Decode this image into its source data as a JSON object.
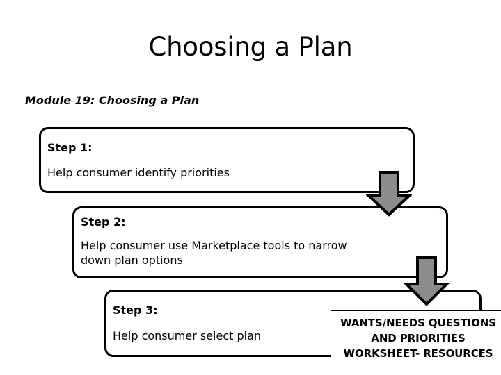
{
  "slide": {
    "title": "Choosing a Plan",
    "module_line": "Module 19: Choosing a Plan",
    "background_color": "#FFFFFF",
    "text_color": "#000000"
  },
  "steps": [
    {
      "label": "Step 1:",
      "body": "Help consumer identify priorities"
    },
    {
      "label": "Step 2:",
      "body": "Help consumer use Marketplace tools to narrow down plan options"
    },
    {
      "label": "Step 3:",
      "body": "Help consumer select plan"
    }
  ],
  "arrows": {
    "count": 2,
    "direction": "down",
    "fill_color": "#8C8C8C",
    "outline_color": "#000000"
  },
  "callout": {
    "line1": "WANTS/NEEDS QUESTIONS",
    "line2": "AND PRIORITIES",
    "line3": "WORKSHEET- RESOURCES",
    "border_color": "#000000"
  }
}
